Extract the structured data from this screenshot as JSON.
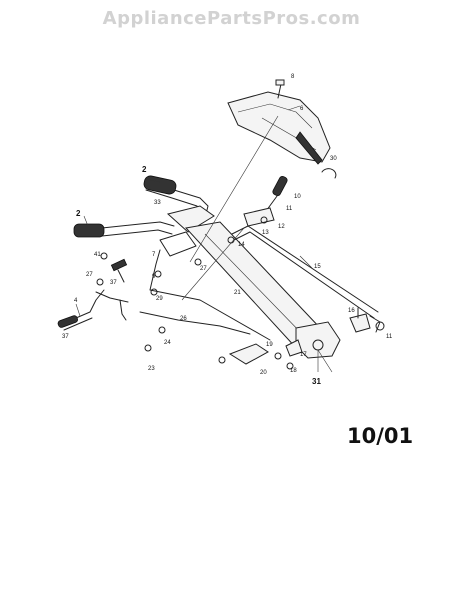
{
  "watermark": "AppliancePartsPros.com",
  "date_code": "10/01",
  "callouts": {
    "p2a": "2",
    "p2b": "2",
    "p4": "4",
    "p6": "6",
    "p7": "7",
    "p8": "8",
    "p9": "9",
    "p10": "10",
    "p11a": "11",
    "p11b": "11",
    "p12": "12",
    "p13": "13",
    "p14": "14",
    "p15": "15",
    "p16": "16",
    "p17": "17",
    "p18": "18",
    "p19": "19",
    "p20": "20",
    "p21": "21",
    "p23": "23",
    "p24": "24",
    "p26": "26",
    "p27a": "27",
    "p27b": "27",
    "p29": "29",
    "p30": "30",
    "p31": "31",
    "p33": "33",
    "p37a": "37",
    "p37b": "37",
    "p41": "41"
  }
}
